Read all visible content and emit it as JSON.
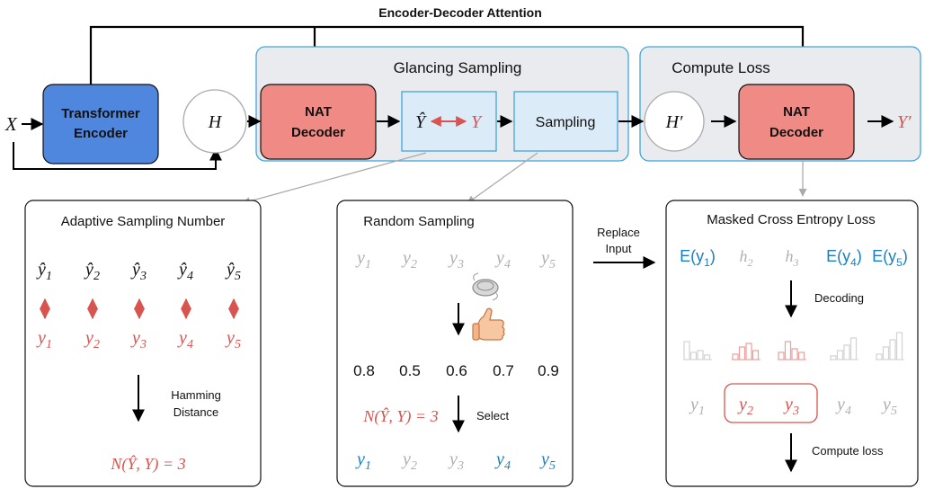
{
  "title_attention": "Encoder-Decoder Attention",
  "colors": {
    "red": "#d9534f",
    "blue": "#1a7fc1",
    "gray": "#b0b0b0",
    "encoder_fill": "#4f87df",
    "decoder_fill": "#ef8a85",
    "panel_fill": "#e9ebef",
    "panel_stroke": "#3fa6dc",
    "sampling_fill": "#dcebf8"
  },
  "top": {
    "x_label": "X",
    "encoder": [
      "Transformer",
      "Encoder"
    ],
    "h_label": "H",
    "glancing_title": "Glancing Sampling",
    "nat_decoder_1": [
      "NAT",
      "Decoder"
    ],
    "yhat": "Ŷ",
    "y": "Y",
    "sampling_label": "Sampling",
    "compute_loss_title": "Compute Loss",
    "h_prime": "H′",
    "nat_decoder_2": [
      "NAT",
      "Decoder"
    ],
    "y_prime": "Y′"
  },
  "adaptive": {
    "title": "Adaptive Sampling Number",
    "yhat_row": [
      "ŷ",
      "ŷ",
      "ŷ",
      "ŷ",
      "ŷ"
    ],
    "y_row": [
      "y",
      "y",
      "y",
      "y",
      "y"
    ],
    "subs": [
      "1",
      "2",
      "3",
      "4",
      "5"
    ],
    "hamming": [
      "Hamming",
      "Distance"
    ],
    "formula": "N(Ŷ, Y) = 3"
  },
  "random": {
    "title": "Random Sampling",
    "scores": [
      "0.8",
      "0.5",
      "0.6",
      "0.7",
      "0.9"
    ],
    "formula": "N(Ŷ, Y) = 3",
    "select": "Select",
    "selected": [
      true,
      false,
      false,
      true,
      true
    ]
  },
  "replace_input": [
    "Replace",
    "Input"
  ],
  "masked": {
    "title": "Masked Cross Entropy Loss",
    "decoding": "Decoding",
    "compute_loss": "Compute loss",
    "inputs_top": [
      {
        "t": "E(y",
        "s": "1",
        "c": "blue",
        "fn": true
      },
      {
        "t": "h",
        "s": "2",
        "c": "gray",
        "fn": false
      },
      {
        "t": "h",
        "s": "3",
        "c": "gray",
        "fn": false
      },
      {
        "t": "E(y",
        "s": "4",
        "c": "blue",
        "fn": true
      },
      {
        "t": "E(y",
        "s": "5",
        "c": "blue",
        "fn": true
      }
    ],
    "bottom_row": [
      {
        "s": "1",
        "c": "gray"
      },
      {
        "s": "2",
        "c": "red"
      },
      {
        "s": "3",
        "c": "red"
      },
      {
        "s": "4",
        "c": "gray"
      },
      {
        "s": "5",
        "c": "gray"
      }
    ]
  }
}
